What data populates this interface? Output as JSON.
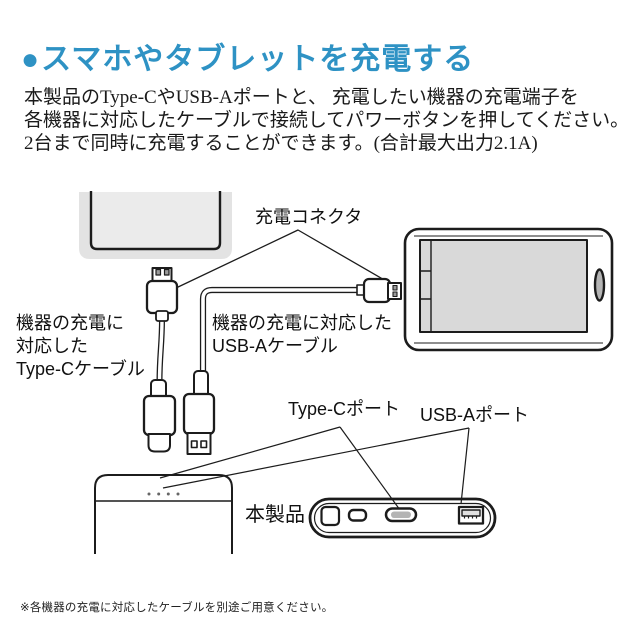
{
  "page": {
    "title_bullet": "●",
    "title": "スマホやタブレットを充電する",
    "body_lines": [
      "本製品のType-CやUSB-Aポートと、 充電したい機器の充電端子を",
      "各機器に対応したケーブルで接続してパワーボタンを押してください。",
      "2台まで同時に充電することができます。(合計最大出力2.1A)"
    ],
    "footnote": "※各機器の充電に対応したケーブルを別途ご用意ください。"
  },
  "diagram": {
    "labels": {
      "charging_connector": "充電コネクタ",
      "typec_cable_line1": "機器の充電に",
      "typec_cable_line2": "対応した",
      "typec_cable_line3": "Type-Cケーブル",
      "usba_cable_line1": "機器の充電に対応した",
      "usba_cable_line2": "USB-Aケーブル",
      "typec_port": "Type-Cポート",
      "usba_port": "USB-Aポート",
      "product": "本製品"
    }
  },
  "colors": {
    "title_blue": "#2e92c4",
    "line_art": "#1c1c1c",
    "screen_gray": "#d9d9d9",
    "device_gray": "#e3e3e3"
  }
}
